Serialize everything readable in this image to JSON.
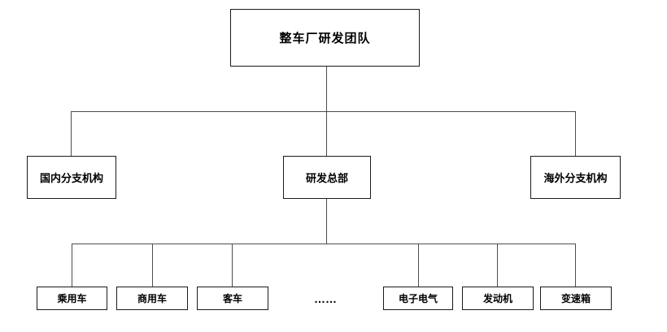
{
  "diagram": {
    "root": {
      "label": "整车厂研发团队"
    },
    "level2": [
      {
        "label": "国内分支机构"
      },
      {
        "label": "研发总部"
      },
      {
        "label": "海外分支机构"
      }
    ],
    "level3": [
      {
        "label": "乘用车"
      },
      {
        "label": "商用车"
      },
      {
        "label": "客车"
      },
      {
        "label": "……"
      },
      {
        "label": "电子电气"
      },
      {
        "label": "发动机"
      },
      {
        "label": "变速箱"
      }
    ],
    "colors": {
      "background": "#ffffff",
      "box_border": "#1a1a1a",
      "connector": "#4d4d4d",
      "text": "#000000"
    }
  }
}
